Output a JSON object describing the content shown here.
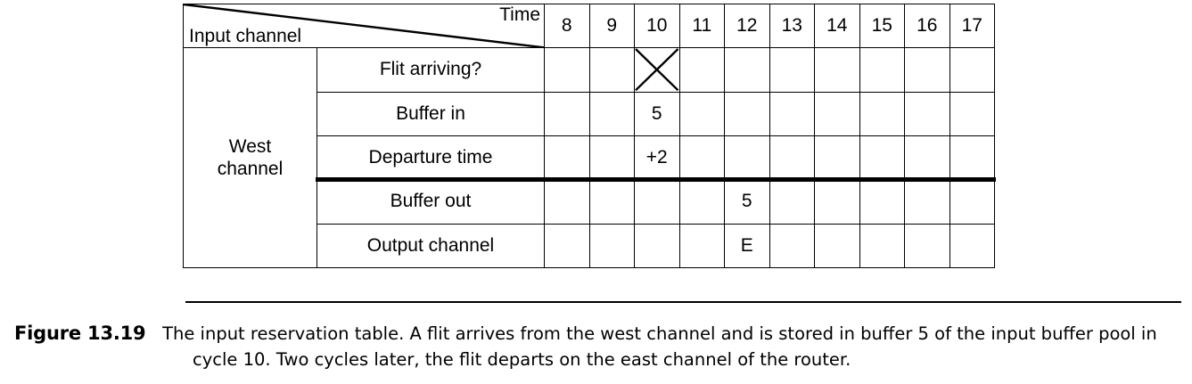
{
  "figure": {
    "label": "Figure 13.19",
    "caption": "The input reservation table. A flit arrives from the west channel and is stored in buffer 5 of the input buffer pool in cycle 10. Two cycles later, the flit departs on the east channel of the router."
  },
  "table": {
    "corner": {
      "time_label": "Time",
      "input_label": "Input channel"
    },
    "time_columns": [
      "8",
      "9",
      "10",
      "11",
      "12",
      "13",
      "14",
      "15",
      "16",
      "17"
    ],
    "channel_group": "West\nchannel",
    "channel_group_line1": "West",
    "channel_group_line2": "channel",
    "rows": [
      {
        "label": "Flit arriving?",
        "cells": [
          "",
          "",
          "X",
          "",
          "",
          "",
          "",
          "",
          "",
          ""
        ],
        "marks": [
          "",
          "",
          "cross-mark",
          "",
          "",
          "",
          "",
          "",
          "",
          ""
        ],
        "shades": [
          "",
          "",
          "",
          "",
          "",
          "",
          "",
          "",
          "",
          ""
        ]
      },
      {
        "label": "Buffer in",
        "cells": [
          "",
          "",
          "5",
          "",
          "",
          "",
          "",
          "",
          "",
          ""
        ],
        "marks": [
          "",
          "",
          "",
          "",
          "",
          "",
          "",
          "",
          "",
          ""
        ],
        "shades": [
          "",
          "",
          "dark",
          "",
          "",
          "",
          "",
          "",
          "",
          ""
        ]
      },
      {
        "label": "Departure time",
        "cells": [
          "",
          "",
          "+2",
          "",
          "",
          "",
          "",
          "",
          "",
          ""
        ],
        "marks": [
          "",
          "",
          "",
          "",
          "",
          "",
          "",
          "",
          "",
          ""
        ],
        "shades": [
          "",
          "",
          "light",
          "",
          "",
          "",
          "",
          "",
          "",
          ""
        ]
      },
      {
        "label": "Buffer out",
        "cells": [
          "",
          "",
          "",
          "",
          "5",
          "",
          "",
          "",
          "",
          ""
        ],
        "marks": [
          "",
          "",
          "",
          "",
          "",
          "",
          "",
          "",
          "",
          ""
        ],
        "shades": [
          "",
          "",
          "",
          "",
          "dark",
          "",
          "",
          "",
          "",
          ""
        ]
      },
      {
        "label": "Output channel",
        "cells": [
          "",
          "",
          "",
          "",
          "E",
          "",
          "",
          "",
          "",
          ""
        ],
        "marks": [
          "",
          "",
          "",
          "",
          "",
          "",
          "",
          "",
          "",
          ""
        ],
        "shades": [
          "",
          "",
          "",
          "",
          "light",
          "",
          "",
          "",
          "",
          ""
        ]
      }
    ],
    "thick_divider_after_row_index": 2,
    "colors": {
      "shade_dark": "#c2c2c2",
      "shade_light": "#e3e3e3",
      "rule": "#000000"
    }
  }
}
